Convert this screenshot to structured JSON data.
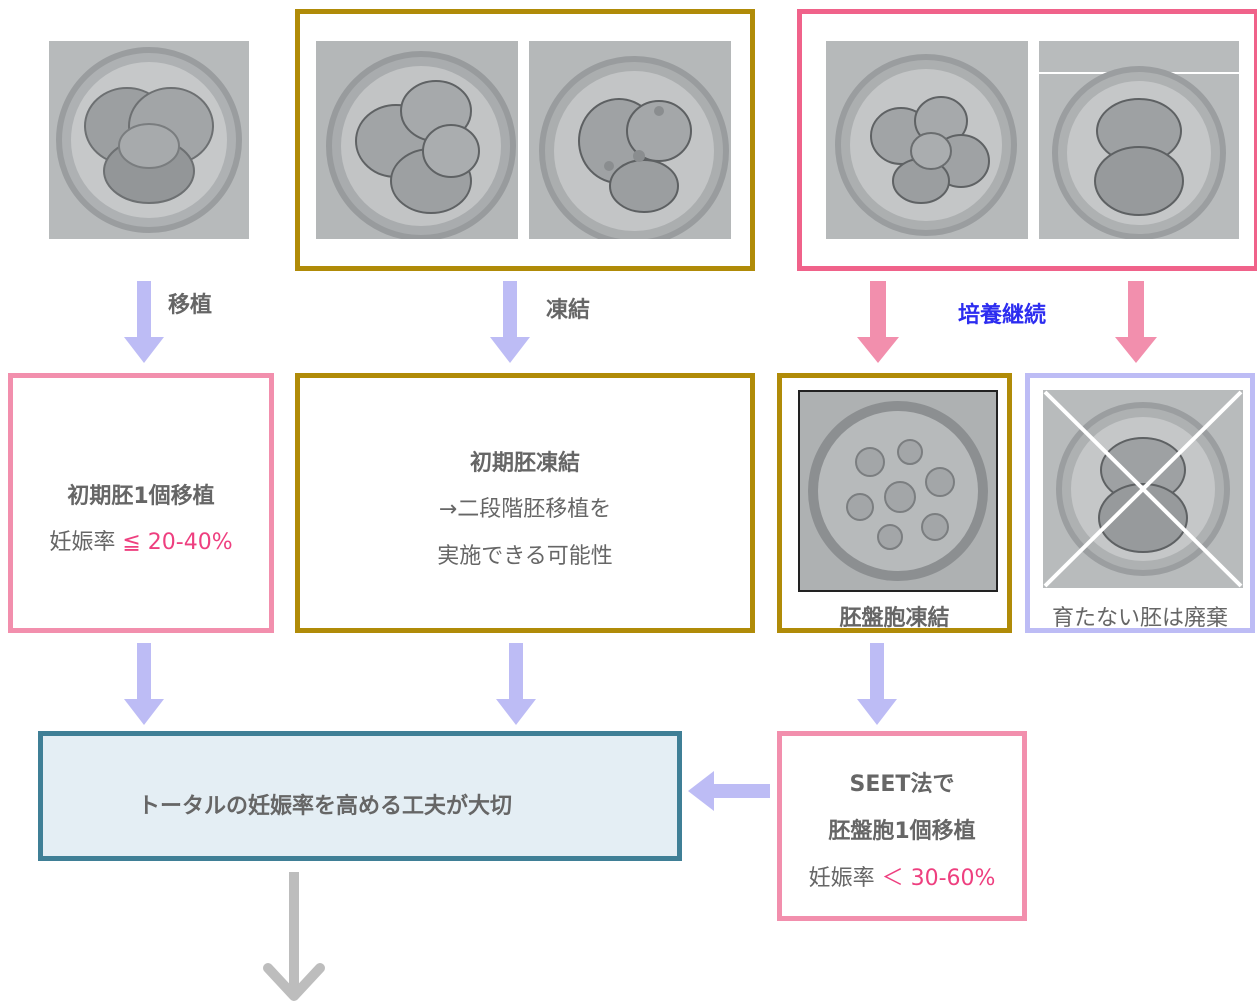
{
  "steps": {
    "transfer": "移植",
    "freeze": "凍結",
    "continue_culture": "培養継続"
  },
  "boxes": {
    "early_single": {
      "title": "初期胚1個移植",
      "rate_label": "妊娠率",
      "rate_symbol": "≦",
      "rate_value": "20-40%"
    },
    "early_freeze": {
      "title": "初期胚凍結",
      "line2": "→二段階胚移植を",
      "line3": "実施できる可能性"
    },
    "blast_freeze": {
      "caption": "胚盤胞凍結"
    },
    "discard": {
      "caption": "育たない胚は廃棄"
    },
    "seet": {
      "line1": "SEET法で",
      "line2": "胚盤胞1個移植",
      "rate_label": "妊娠率",
      "rate_symbol": "＜",
      "rate_value": "30-60%"
    },
    "summary": {
      "text": "トータルの妊娠率を高める工夫が大切"
    }
  },
  "colors": {
    "gold": "#b08b08",
    "pink": "#f0628a",
    "light_pink": "#f28fad",
    "lavender": "#bdbcf5",
    "teal": "#3f7f96",
    "blue_text": "#2d2df0",
    "accent": "#ee3f7f"
  }
}
